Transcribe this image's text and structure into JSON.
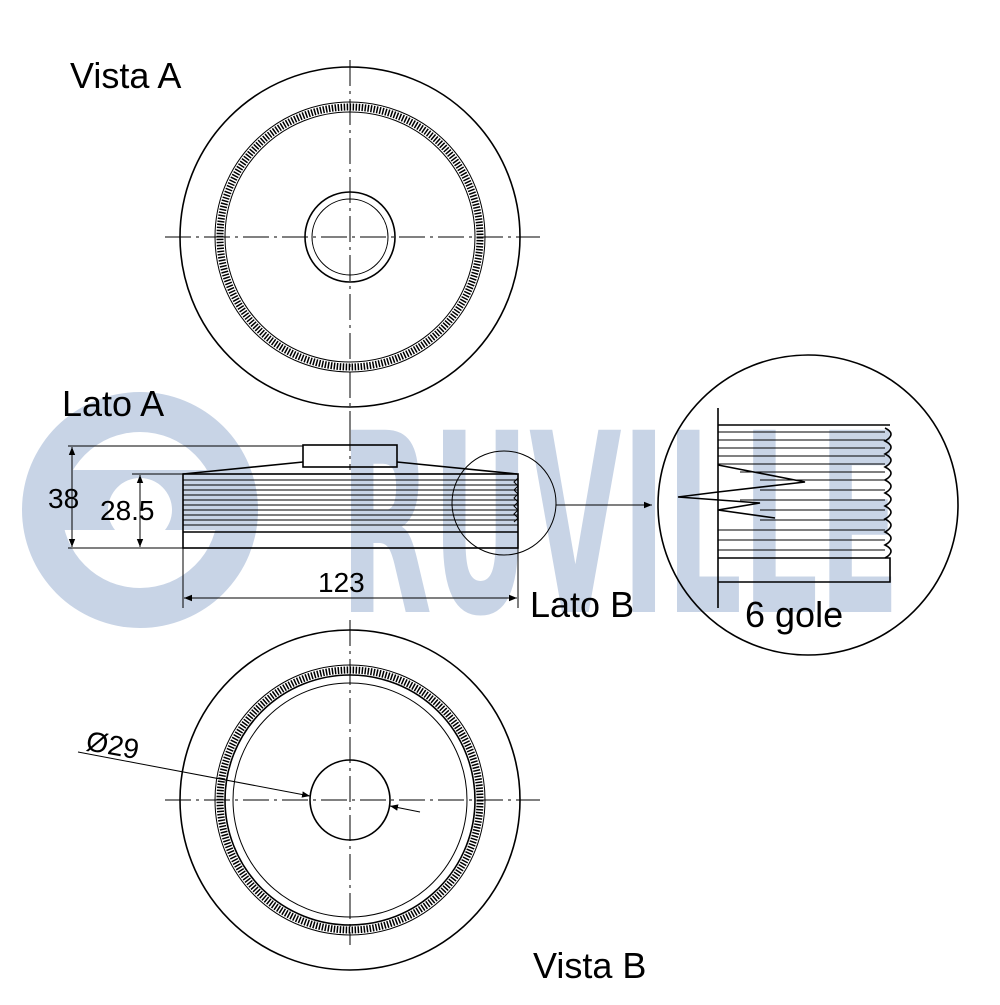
{
  "watermark": {
    "text": "RUVILLE",
    "color": "#c8d4e6"
  },
  "labels": {
    "vista_a": "Vista A",
    "vista_b": "Vista B",
    "lato_a": "Lato A",
    "lato_b": "Lato B",
    "grooves": "6 gole"
  },
  "dimensions": {
    "overall_height": "38",
    "groove_height": "28.5",
    "outer_diameter": "123",
    "bore_diameter": "Ø29"
  }
}
